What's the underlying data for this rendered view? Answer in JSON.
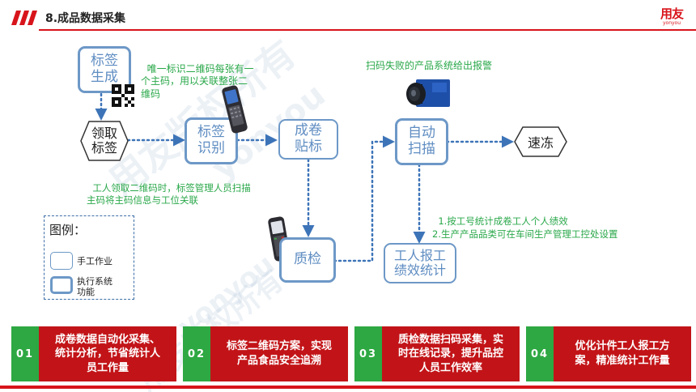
{
  "header": {
    "title": "8.成品数据采集"
  },
  "logo": {
    "cn": "用友",
    "en": "yonyou"
  },
  "nodes": {
    "label_gen": "标签\n生成",
    "take_label": "领取\n标签",
    "label_scan": "标签\n识别",
    "roll_label": "成卷\n贴标",
    "qc": "质检",
    "auto_scan": "自动\n扫描",
    "freeze": "速冻",
    "report": "工人报工\n绩效统计"
  },
  "notes": {
    "qr_note": "唯一标识二维码每张有一\n个主码，用以关联整张二\n维码",
    "scan_fail": "扫码失败的产品系统给出报警",
    "worker_note": "工人领取二维码时，标签管理人员扫描\n主码将主码信息与工位关联",
    "stats_note": "1.按工号统计成卷工人个人绩效\n2.生产产品品类可在车间生产管理工控处设置"
  },
  "legend": {
    "title": "图例：",
    "manual": "手工作业",
    "system": "执行系统\n功能"
  },
  "cards": [
    {
      "num": "01",
      "text": "成卷数据自动化采集、\n统计分析，节省统计人\n员工作量"
    },
    {
      "num": "02",
      "text": "标签二维码方案，实现\n产品食品安全追溯"
    },
    {
      "num": "03",
      "text": "质检数据扫码采集，实\n时在线记录，提升品控\n人员工作效率"
    },
    {
      "num": "04",
      "text": "优化计件工人报工方\n案，精准统计工作量"
    }
  ],
  "watermarks": [
    "用友版权所有",
    "yonyou",
    "用友版权所有",
    "yonyou"
  ],
  "colors": {
    "brand_red": "#d8141b",
    "card_red": "#c21418",
    "card_green": "#2da842",
    "node_blue": "#6d98c7",
    "note_green": "#2aa84a",
    "connector_blue": "#3d74b8"
  }
}
